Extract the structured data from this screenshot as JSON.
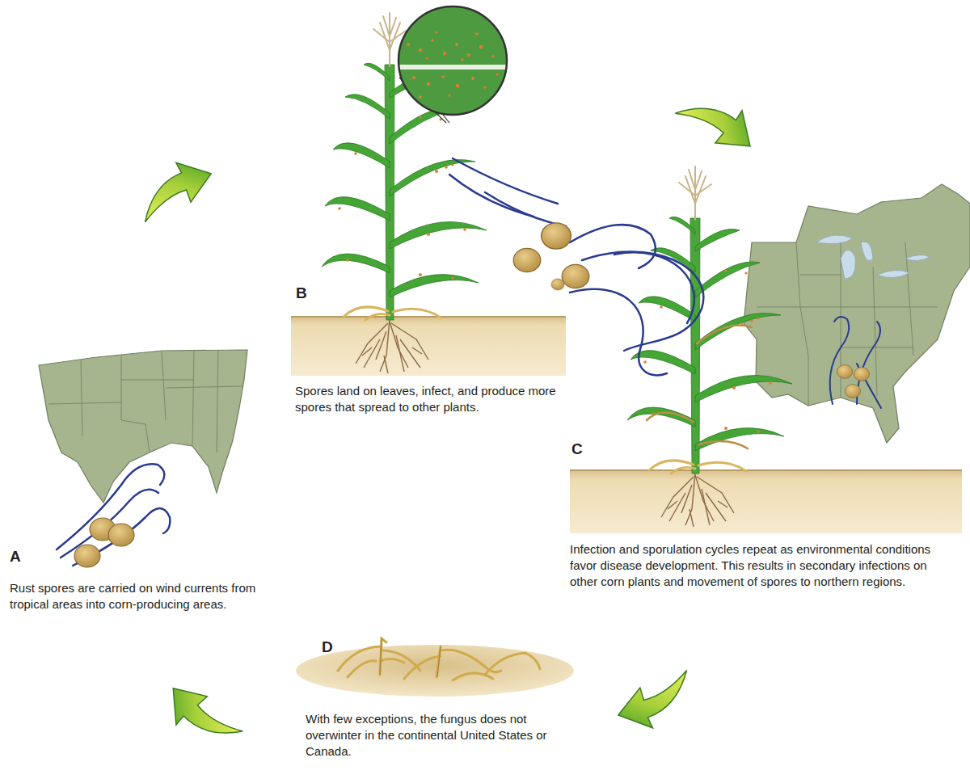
{
  "diagram": {
    "labels": [
      "A",
      "Rust spores are carried on wind currents from tropical areas into corn-producing areas.",
      "B",
      "Spores land on leaves, infect, and produce more spores that spread to other plants.",
      "C",
      "Infection and sporulation cycles repeat as environmental conditions favor disease development. This results in secondary infections on other corn plants and movement of spores to northern regions.",
      "D",
      "With few exceptions, the fungus does not overwinter in the continental United States or Canada."
    ]
  }
}
